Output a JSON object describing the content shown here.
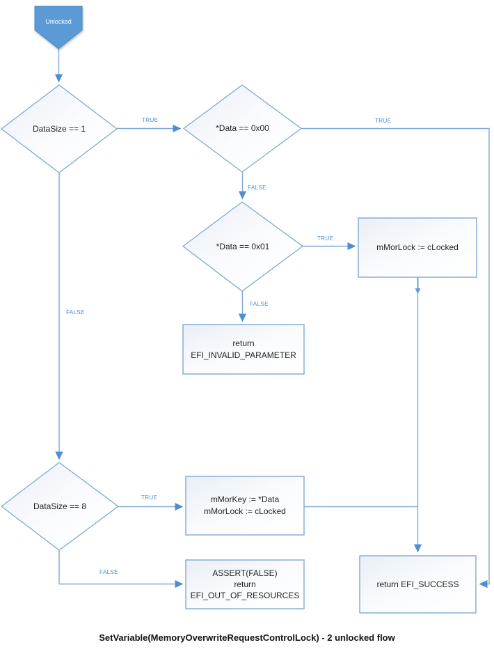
{
  "title": "SetVariable(MemoryOverwriteRequestControlLock) - 2 unlocked flow",
  "colors": {
    "start_fill": "#5b9bd5",
    "shape_border": "#7fa8d3",
    "connector": "#7fa9d6",
    "arrowhead": "#4e8ed2",
    "edge_label": "#4a8ed6",
    "shape_fill_top": "#eaeff6",
    "shape_fill_bottom": "#ffffff"
  },
  "nodes": {
    "start": {
      "label": "Unlocked"
    },
    "datasize1": {
      "label": "DataSize == 1"
    },
    "data00": {
      "label": "*Data == 0x00"
    },
    "data01": {
      "label": "*Data == 0x01"
    },
    "datasize8": {
      "label": "DataSize == 8"
    },
    "mmorlock": {
      "label": "mMorLock := cLocked"
    },
    "invalid_parameter": {
      "lines": [
        "return",
        "EFI_INVALID_PARAMETER"
      ]
    },
    "mmorkey": {
      "lines": [
        "mMorKey := *Data",
        "mMorLock := cLocked"
      ]
    },
    "assert_fail": {
      "lines": [
        "ASSERT(FALSE)",
        "return",
        "EFI_OUT_OF_RESOURCES"
      ]
    },
    "success": {
      "label": "return EFI_SUCCESS"
    }
  },
  "edges": {
    "datasize1_true": "TRUE",
    "datasize1_false": "FALSE",
    "data00_true": "TRUE",
    "data00_false": "FALSE",
    "data01_true": "TRUE",
    "data01_false": "FALSE",
    "datasize8_true": "TRUE",
    "datasize8_false": "FALSE"
  }
}
